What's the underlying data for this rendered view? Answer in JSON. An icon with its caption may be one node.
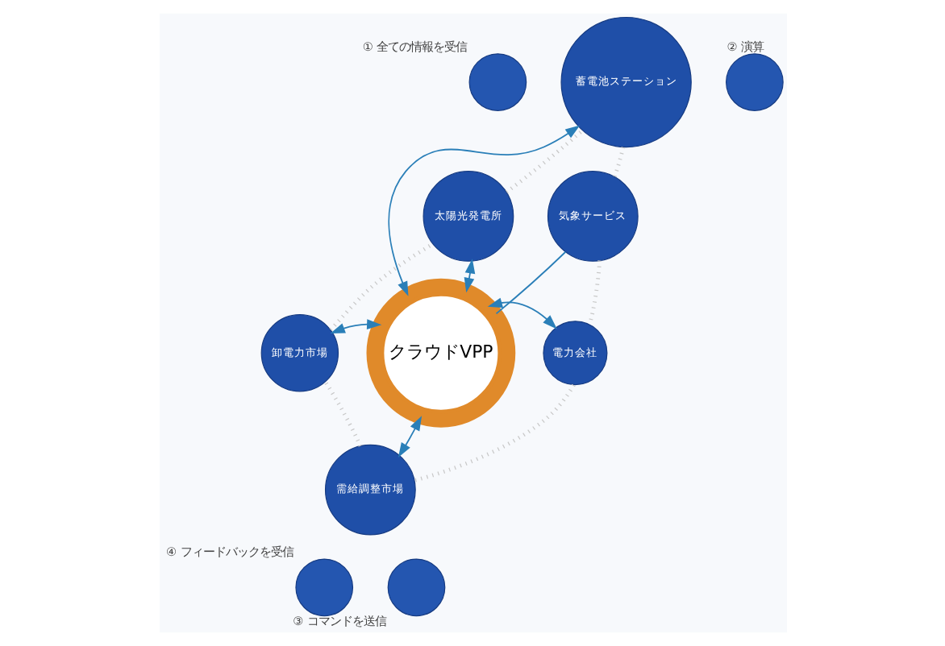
{
  "diagram": {
    "nodes": [
      {
        "text": [
          "クラウドVPP"
        ]
      },
      {
        "text": [
          "蓄電池ステーション"
        ]
      },
      {
        "text": [
          "気象サービス"
        ]
      },
      {
        "text": [
          "電力会社"
        ]
      },
      {
        "text": [
          "需給調整市場"
        ]
      },
      {
        "text": [
          "卸電力市場"
        ]
      },
      {
        "text": [
          "太陽光発電所"
        ]
      },
      {
        "text": [
          "① 全ての情報を受信"
        ]
      },
      {
        "text": [
          "② 演算"
        ]
      },
      {
        "text": [
          "④ フィードバックを受信"
        ]
      },
      {
        "text": [
          "③ コマンドを送信"
        ]
      }
    ],
    "edges": [
      {
        "from": 1,
        "to": 0,
        "arrow": "both",
        "color": "#2a7fb8"
      },
      {
        "from": 2,
        "to": 0,
        "arrow": "none",
        "color": "#2a7fb8"
      },
      {
        "from": 3,
        "to": 0,
        "arrow": "both",
        "color": "#2a7fb8"
      },
      {
        "from": 4,
        "to": 0,
        "arrow": "both",
        "color": "#2a7fb8"
      },
      {
        "from": 5,
        "to": 0,
        "arrow": "both",
        "color": "#2a7fb8"
      },
      {
        "from": 6,
        "to": 0,
        "arrow": "both",
        "color": "#2a7fb8"
      },
      {
        "from": 1,
        "to": 2,
        "arrow": "none",
        "style": "dashed",
        "color": "#c8c8c8"
      },
      {
        "from": 2,
        "to": 3,
        "arrow": "none",
        "style": "dashed",
        "color": "#c8c8c8"
      },
      {
        "from": 3,
        "to": 4,
        "arrow": "none",
        "style": "dashed",
        "color": "#c8c8c8"
      },
      {
        "from": 4,
        "to": 5,
        "arrow": "none",
        "style": "dashed",
        "color": "#c8c8c8"
      },
      {
        "from": 5,
        "to": 6,
        "arrow": "none",
        "style": "dashed",
        "color": "#c8c8c8"
      },
      {
        "from": 6,
        "to": 1,
        "arrow": "none",
        "style": "dashed",
        "color": "#c8c8c8"
      }
    ]
  }
}
